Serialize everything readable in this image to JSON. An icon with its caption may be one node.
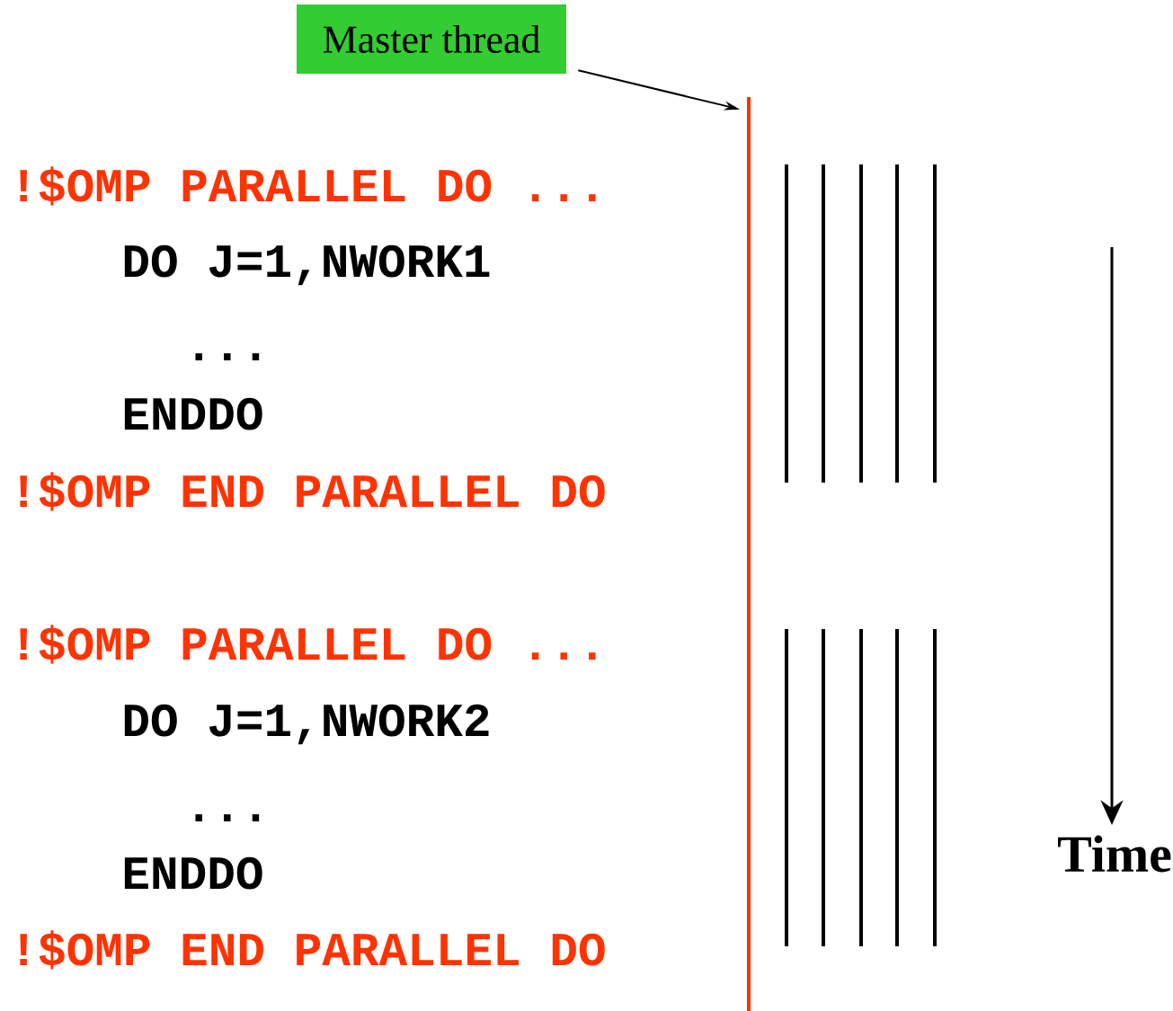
{
  "diagram": {
    "nodes": [
      {
        "text": [
          "Master thread"
        ]
      },
      {
        "text": [],
        "shape": "line"
      }
    ],
    "edges": [
      {
        "from": 0,
        "to": 1,
        "arrow": "to"
      }
    ],
    "labels": [
      "!$OMP PARALLEL DO ...",
      "DO J=1,NWORK1",
      "...",
      "ENDDO",
      "!$OMP END PARALLEL DO",
      "!$OMP PARALLEL DO ...",
      "DO J=1,NWORK2",
      "...",
      "ENDDO",
      "!$OMP END PARALLEL DO",
      "Time"
    ]
  }
}
